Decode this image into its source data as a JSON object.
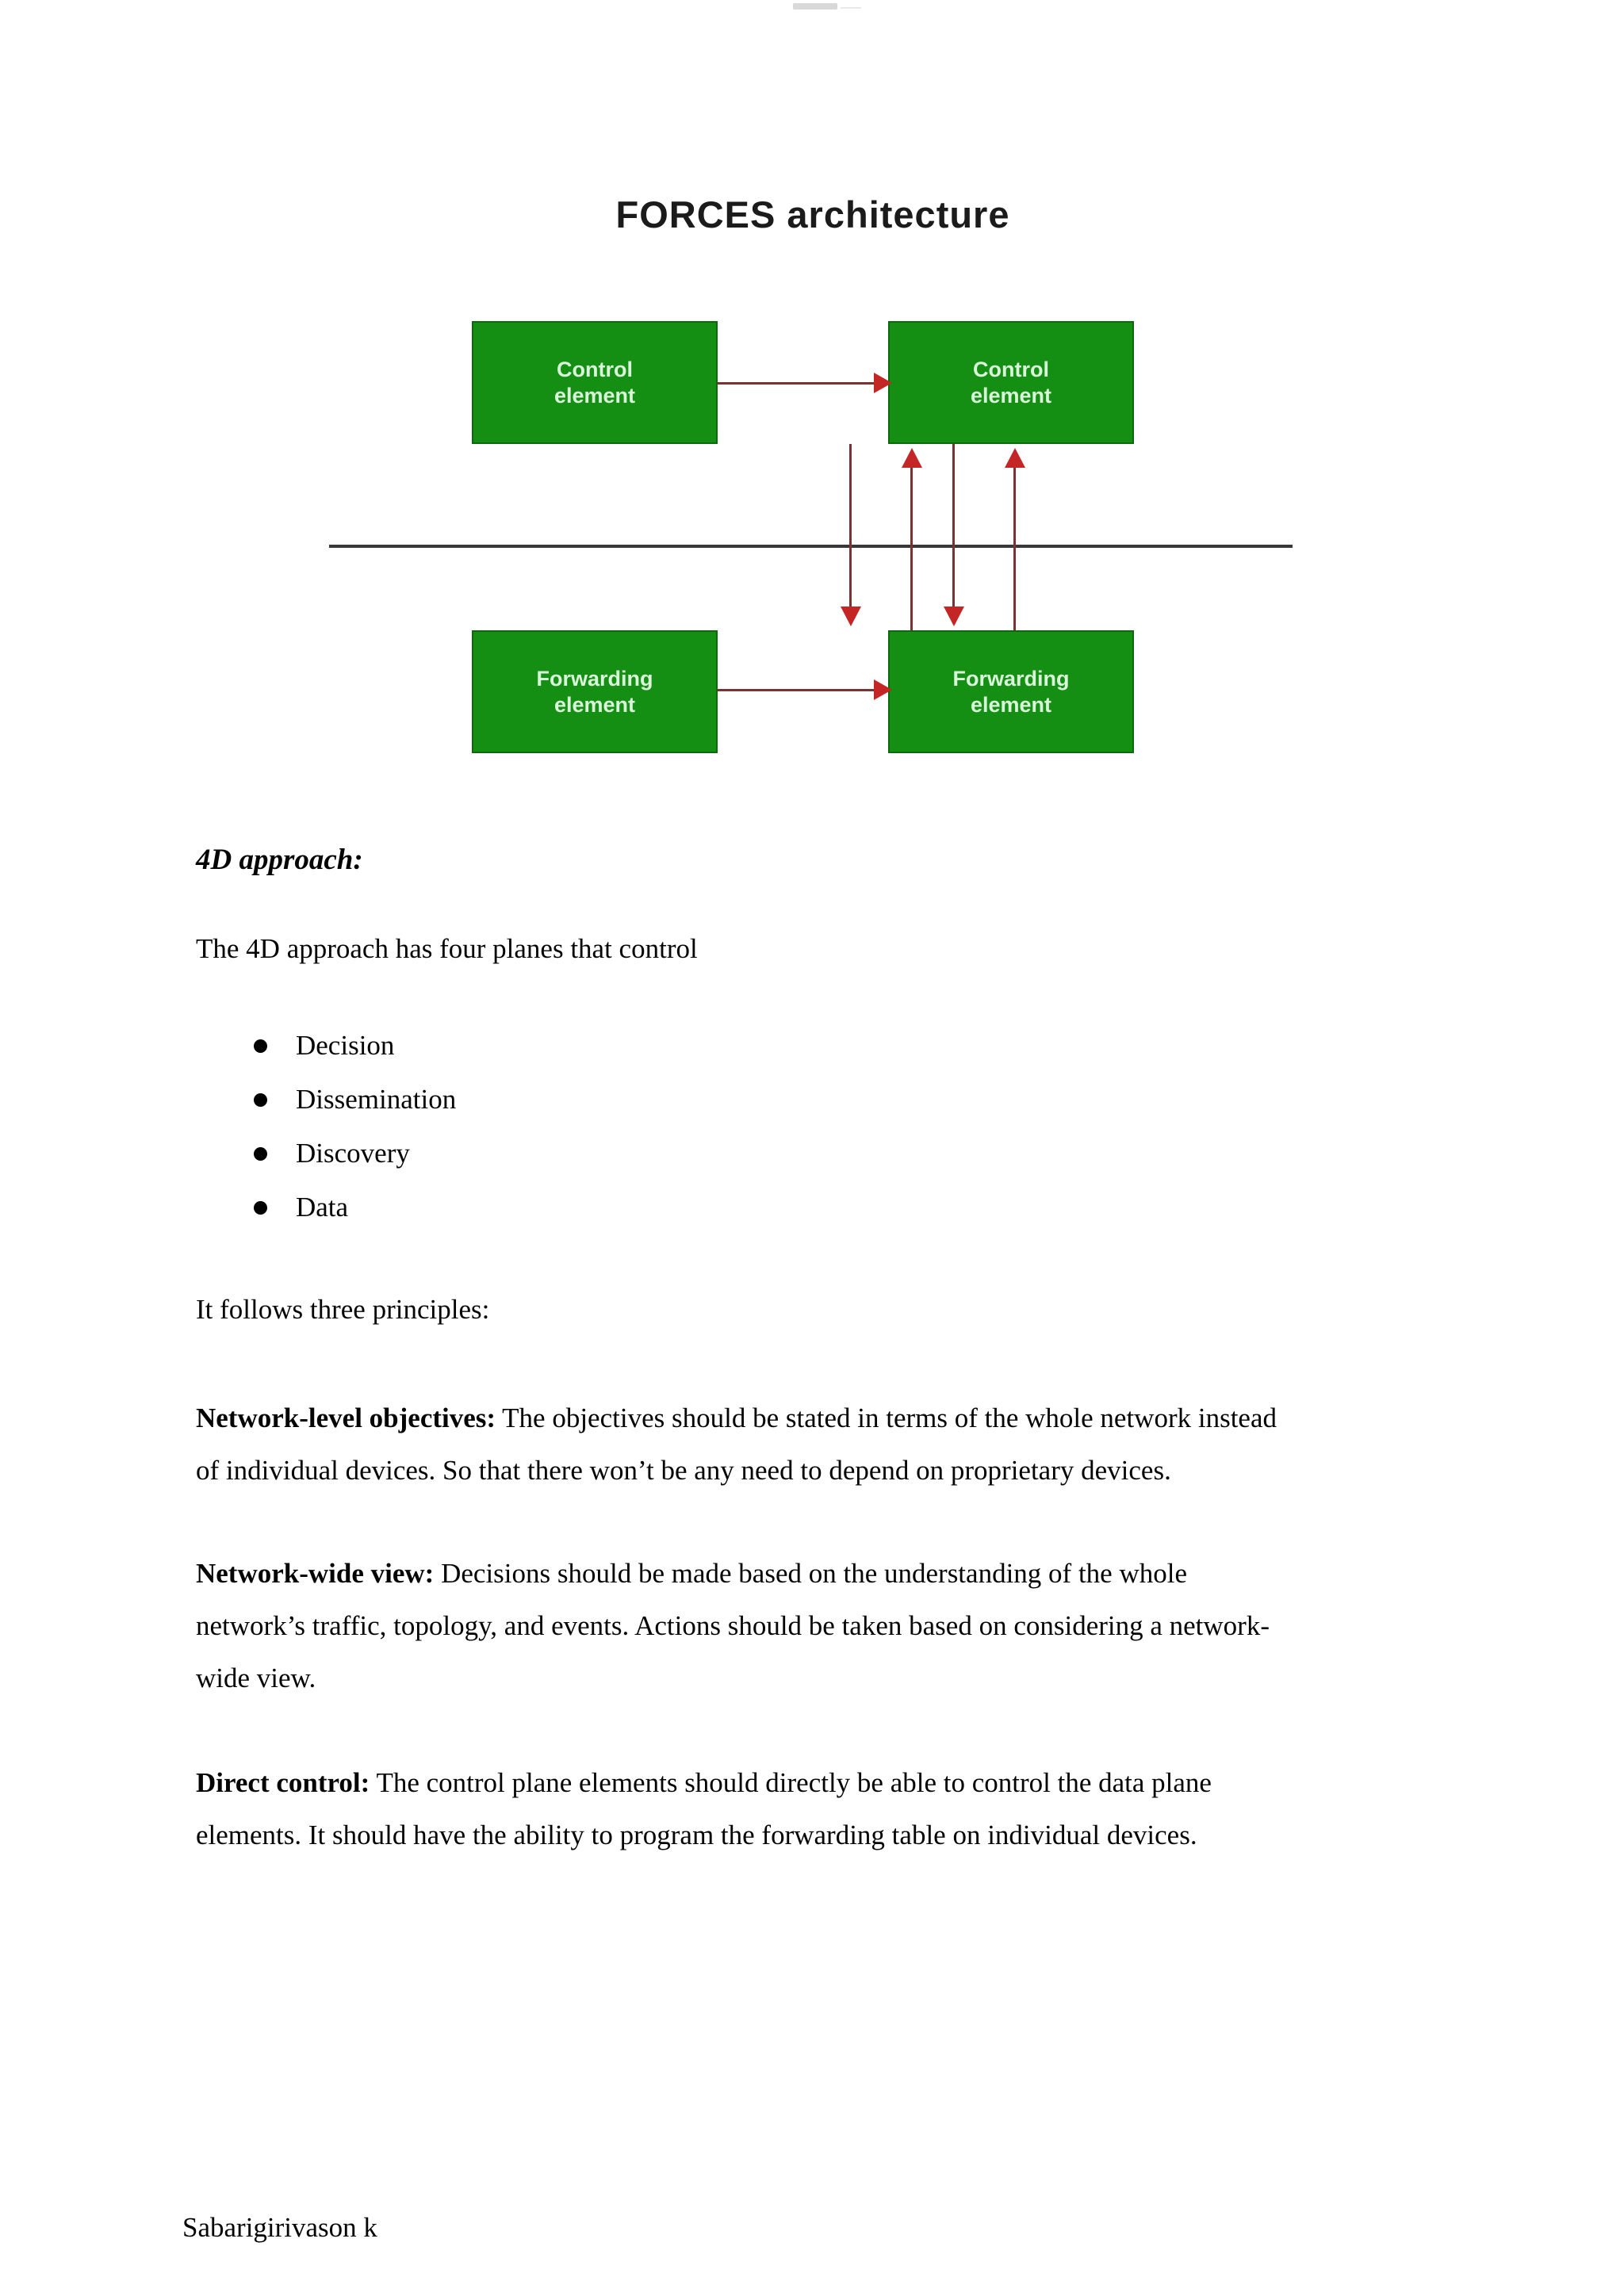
{
  "page": {
    "footer": "Sabarigirivason k"
  },
  "figure": {
    "title": "FORCES architecture",
    "boxes": [
      {
        "id": "control-top-left",
        "label": "Control\nelement"
      },
      {
        "id": "control-top-right",
        "label": "Control\nelement"
      },
      {
        "id": "forwarding-bottom-left",
        "label": "Forwarding\nelement"
      },
      {
        "id": "forwarding-bottom-right",
        "label": "Forwarding\nelement"
      }
    ],
    "colors": {
      "box_green": "#148f14",
      "box_border_green": "#0c6a0c",
      "box_label_text": "#daf6da",
      "arrow_shaft_red": "#7a3333",
      "arrowhead_red": "#c42626",
      "bus_line_gray": "#383838",
      "title_text": "#1b1b1b"
    }
  },
  "content": {
    "heading": "4D approach:",
    "intro": "The 4D approach has four planes that control",
    "bullets": [
      "Decision",
      "Dissemination",
      "Discovery",
      "Data"
    ],
    "principles_intro": "It follows three principles:",
    "paragraphs": [
      {
        "lead": "Network-level objectives:",
        "lines": [
          "The objectives should be stated in terms of the whole network instead",
          "of individual devices. So that there won’t be any need to depend on proprietary devices."
        ]
      },
      {
        "lead": "Network-wide view:",
        "lines": [
          "Decisions should be made based on the understanding of the whole",
          "network’s traffic, topology, and events. Actions should be taken based on considering a network-",
          "wide view."
        ]
      },
      {
        "lead": "Direct control:",
        "lines": [
          "The control plane elements should directly be able to control the data plane",
          "elements. It should have the ability to program the forwarding table on individual devices."
        ]
      }
    ]
  }
}
